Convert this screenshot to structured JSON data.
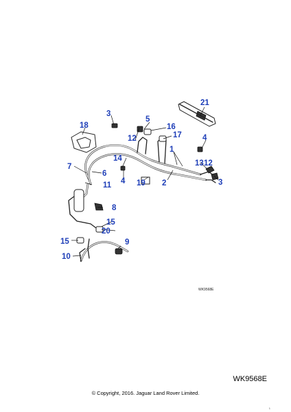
{
  "diagram": {
    "callouts": [
      "21",
      "3",
      "5",
      "16",
      "18",
      "12",
      "17",
      "4",
      "1",
      "7",
      "14",
      "6",
      "13",
      "12",
      "3",
      "11",
      "4",
      "19",
      "2",
      "8",
      "15",
      "15",
      "20",
      "9",
      "10"
    ],
    "ref_small": "WK9568E",
    "ref_code": "WK9568E",
    "copyright": "© Copyright, 2016. Jaguar Land Rover Limited.",
    "page_num": "1",
    "colors": {
      "callout": "#1f3fb8",
      "line": "#222222"
    }
  }
}
